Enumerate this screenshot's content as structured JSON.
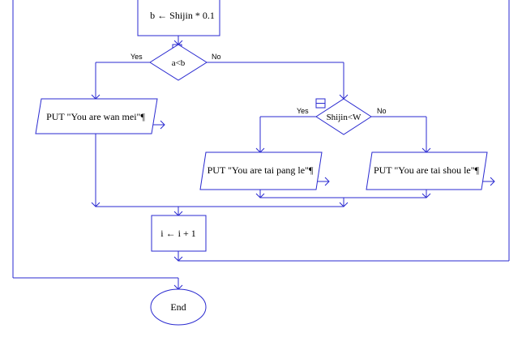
{
  "colors": {
    "stroke": "#2a2ad0",
    "text": "#000000",
    "background": "#ffffff"
  },
  "nodes": {
    "assign_b": "b ← Shijin * 0.1",
    "decision_ab": "a<b",
    "put_wan_mei": "PUT \"You are wan mei\"¶",
    "decision_shijin_w": "Shijin<W",
    "put_tai_pang": "PUT \"You are tai pang le\"¶",
    "put_tai_shou": "PUT \"You are tai shou le\"¶",
    "increment_i": "i ← i + 1",
    "end": "End"
  },
  "branch_labels": {
    "ab_yes": "Yes",
    "ab_no": "No",
    "shijin_w_yes": "Yes",
    "shijin_w_no": "No"
  },
  "icons": {
    "collapse": "collapse-toggle-icon"
  }
}
